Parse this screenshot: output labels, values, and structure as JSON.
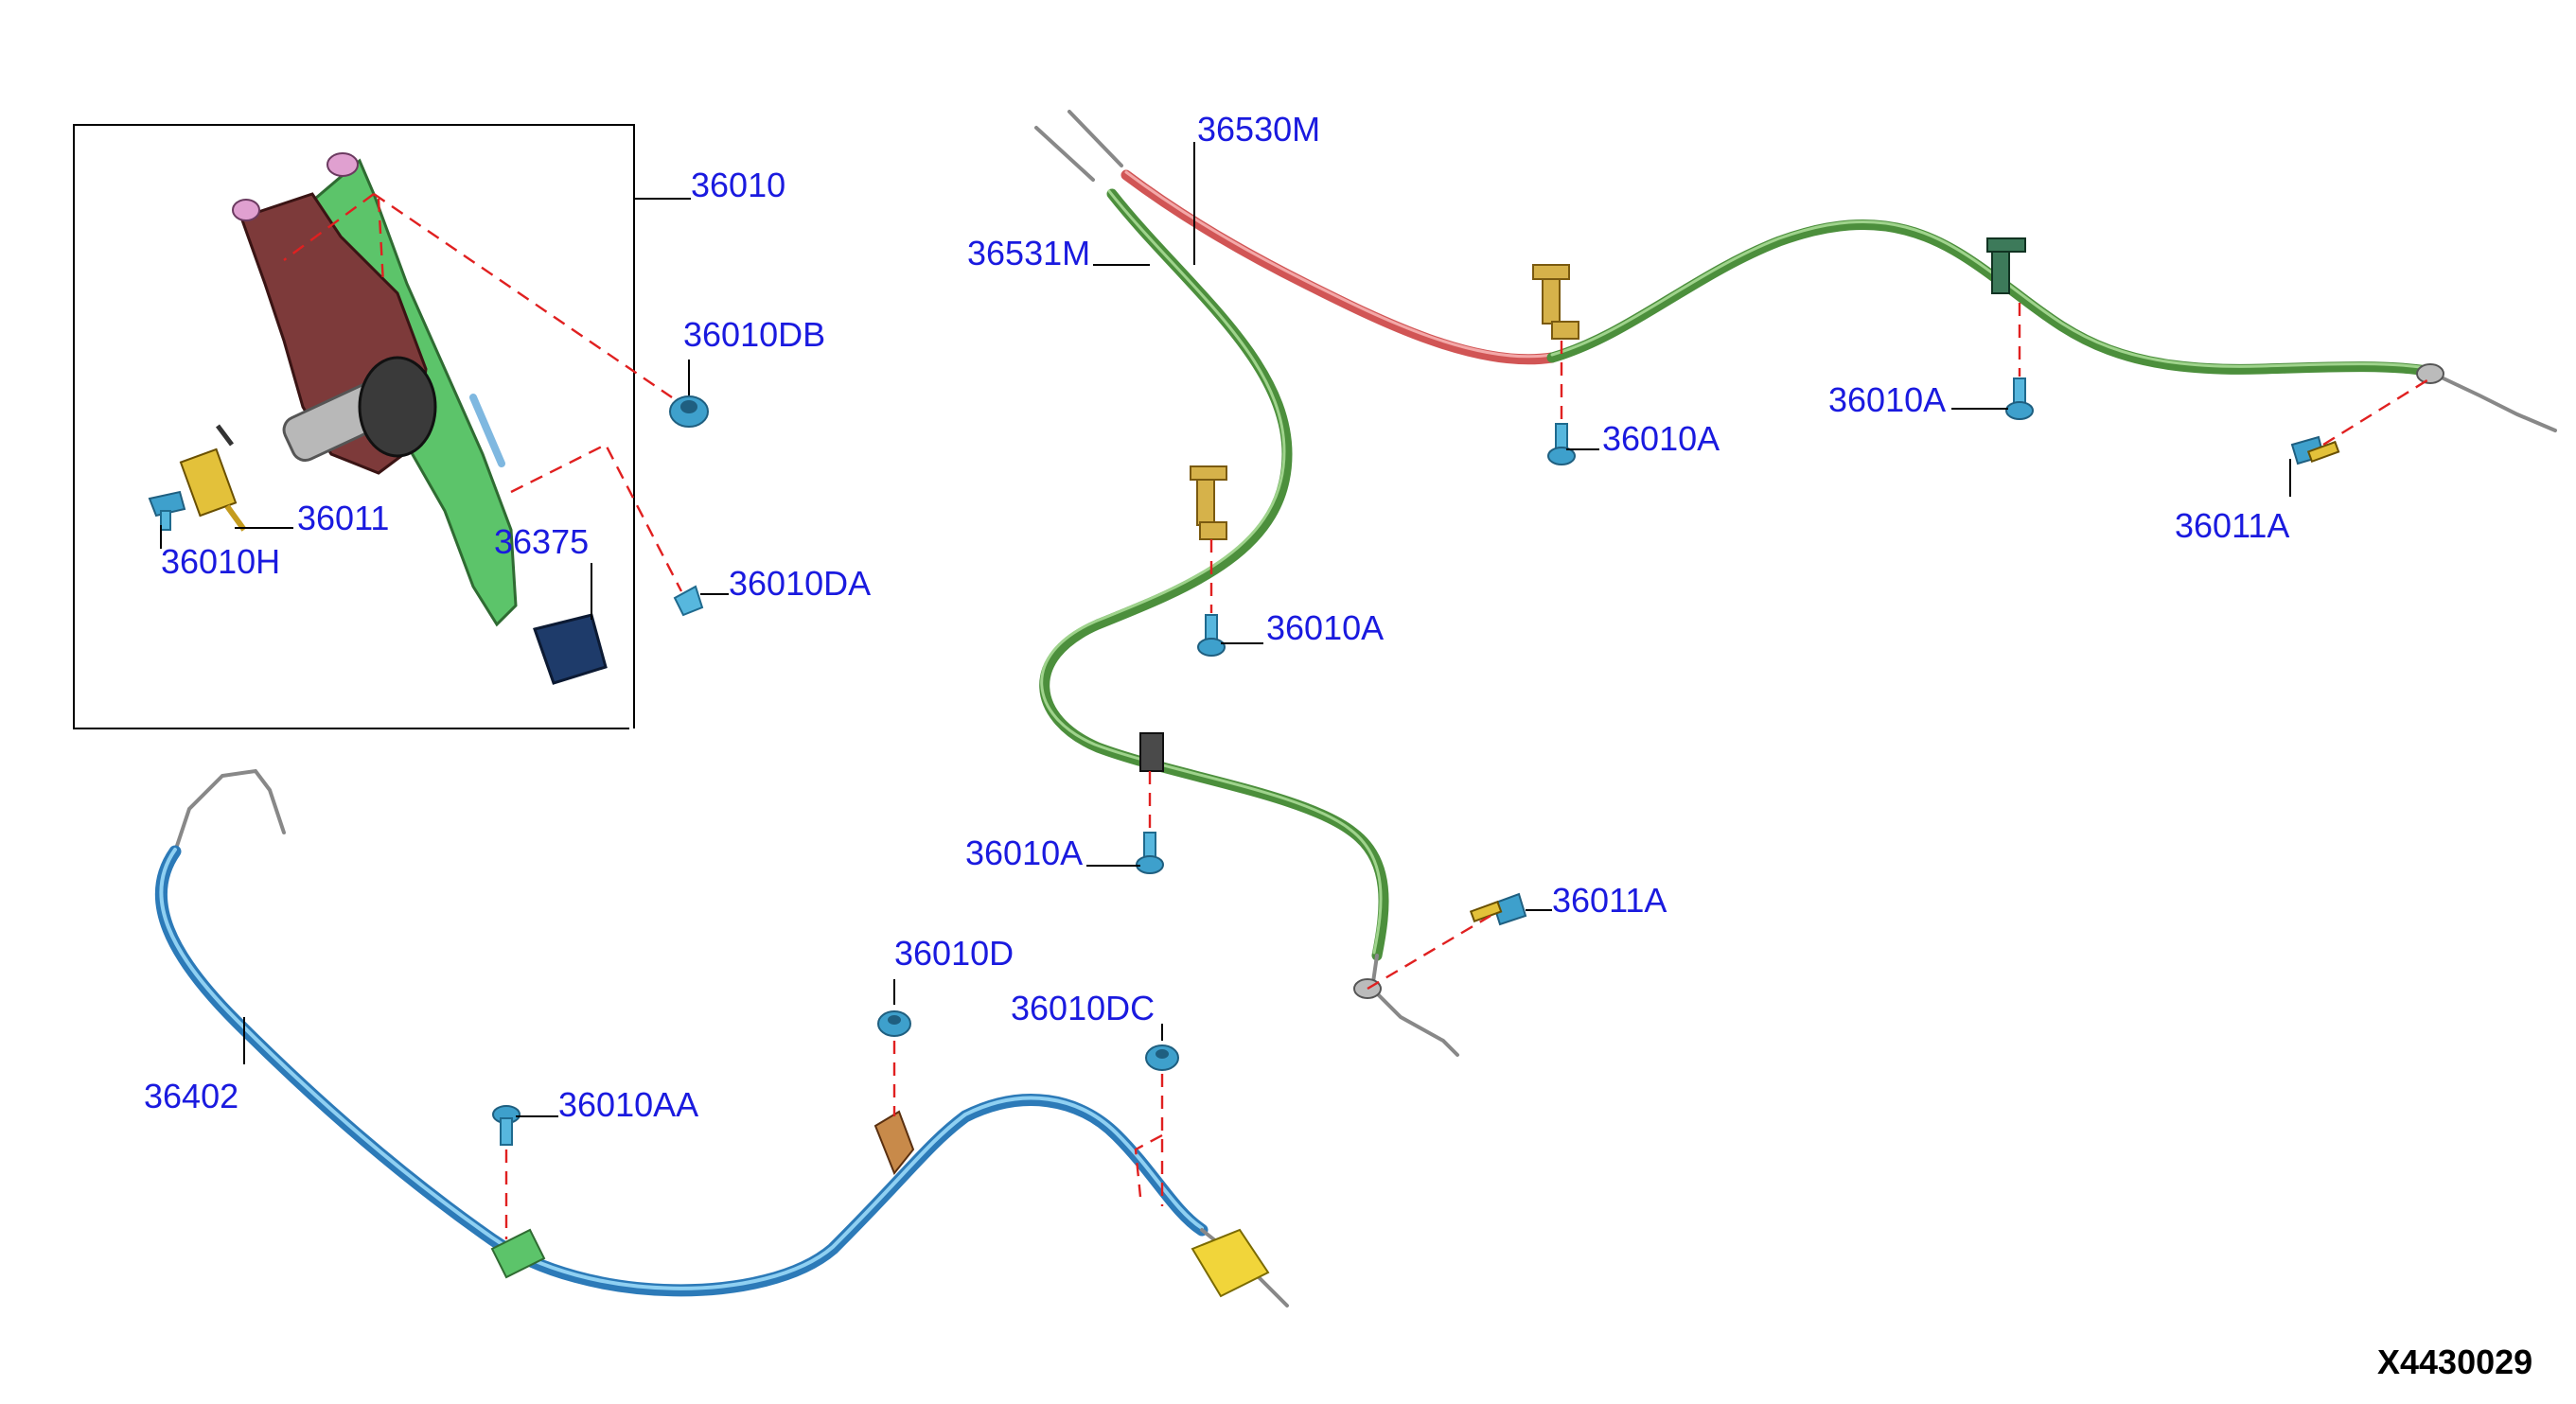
{
  "diagram": {
    "reference_code": "X4430029",
    "parts": [
      {
        "id": "p36010",
        "label": "36010"
      },
      {
        "id": "p36010DB",
        "label": "36010DB"
      },
      {
        "id": "p36011",
        "label": "36011"
      },
      {
        "id": "p36010H",
        "label": "36010H"
      },
      {
        "id": "p36375",
        "label": "36375"
      },
      {
        "id": "p36010DA",
        "label": "36010DA"
      },
      {
        "id": "p36530M",
        "label": "36530M"
      },
      {
        "id": "p36531M",
        "label": "36531M"
      },
      {
        "id": "p36010A_1",
        "label": "36010A"
      },
      {
        "id": "p36010A_2",
        "label": "36010A"
      },
      {
        "id": "p36010A_3",
        "label": "36010A"
      },
      {
        "id": "p36010A_4",
        "label": "36010A"
      },
      {
        "id": "p36011A_1",
        "label": "36011A"
      },
      {
        "id": "p36011A_2",
        "label": "36011A"
      },
      {
        "id": "p36402",
        "label": "36402"
      },
      {
        "id": "p36010AA",
        "label": "36010AA"
      },
      {
        "id": "p36010D",
        "label": "36010D"
      },
      {
        "id": "p36010DC",
        "label": "36010DC"
      }
    ],
    "colors": {
      "label": "#1a1adf",
      "leader": "#000000",
      "explode_line": "#e02020",
      "cable_green": "#4c8f3c",
      "cable_red": "#d15555",
      "cable_blue": "#2c7ab8",
      "fastener": "#57b7de",
      "bracket": "#d6b24a"
    }
  }
}
